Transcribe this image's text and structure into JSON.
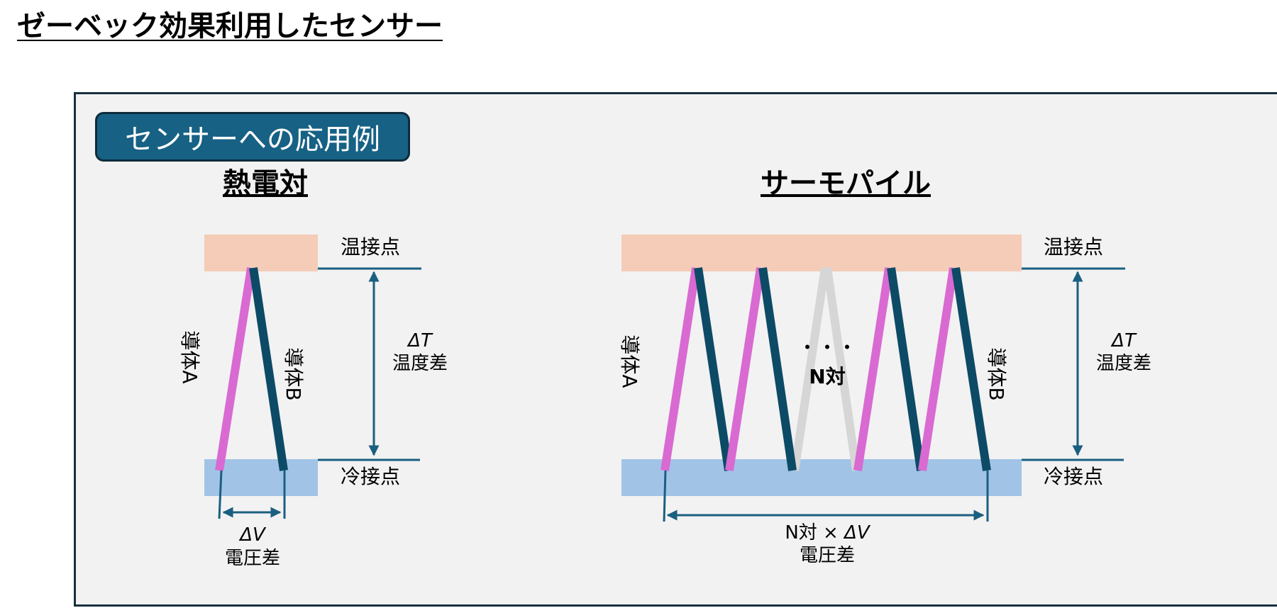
{
  "page_title": "ゼーベック効果利用したセンサー",
  "badge": "センサーへの応用例",
  "thermocouple": {
    "heading": "熱電対",
    "hot_junction": "温接点",
    "cold_junction": "冷接点",
    "delta_t": "ΔT",
    "temp_diff": "温度差",
    "conductor_a": "導体A",
    "conductor_b": "導体B",
    "delta_v": "ΔV",
    "voltage_diff": "電圧差"
  },
  "thermopile": {
    "heading": "サーモパイル",
    "hot_junction": "温接点",
    "cold_junction": "冷接点",
    "delta_t": "ΔT",
    "temp_diff": "温度差",
    "conductor_a": "導体A",
    "conductor_b": "導体B",
    "ellipsis": "・・・",
    "n_pairs": "N対",
    "n_pairs_voltage_prefix": "N対 × ",
    "delta_v": "ΔV",
    "voltage_diff": "電圧差"
  },
  "colors": {
    "hot": "#f4ccb8",
    "cold": "#a1c4e6",
    "conductor_a": "#d96ad2",
    "conductor_b": "#0d4a66",
    "arrow": "#1a5f80",
    "ghost": "#d6d6d6"
  }
}
